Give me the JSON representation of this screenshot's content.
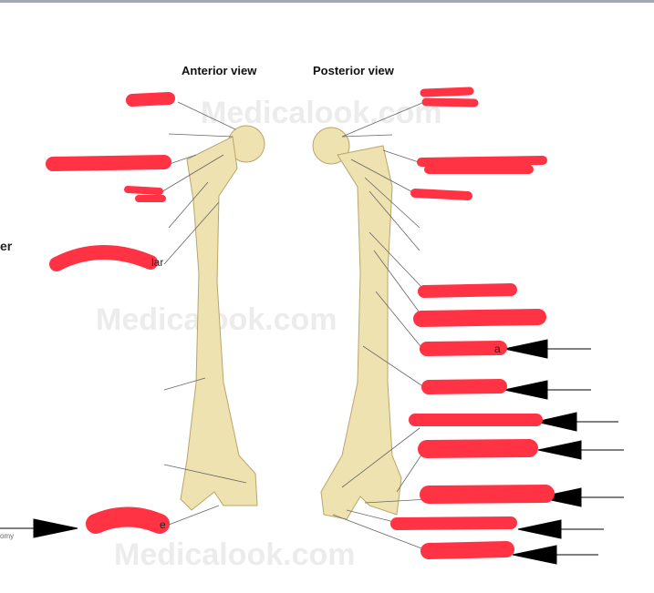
{
  "titles": {
    "anterior": "Anterior view",
    "posterior": "Posterior view"
  },
  "watermark": "Medicalook.com",
  "fragments": {
    "left_edge": "er",
    "caption": "omy",
    "lar": "lar",
    "a": "a",
    "e": "e"
  },
  "colors": {
    "scribble": "#ff3344",
    "bone": "#eee2b0",
    "bone_shadow": "#c9b77a",
    "arrow": "#000000"
  }
}
